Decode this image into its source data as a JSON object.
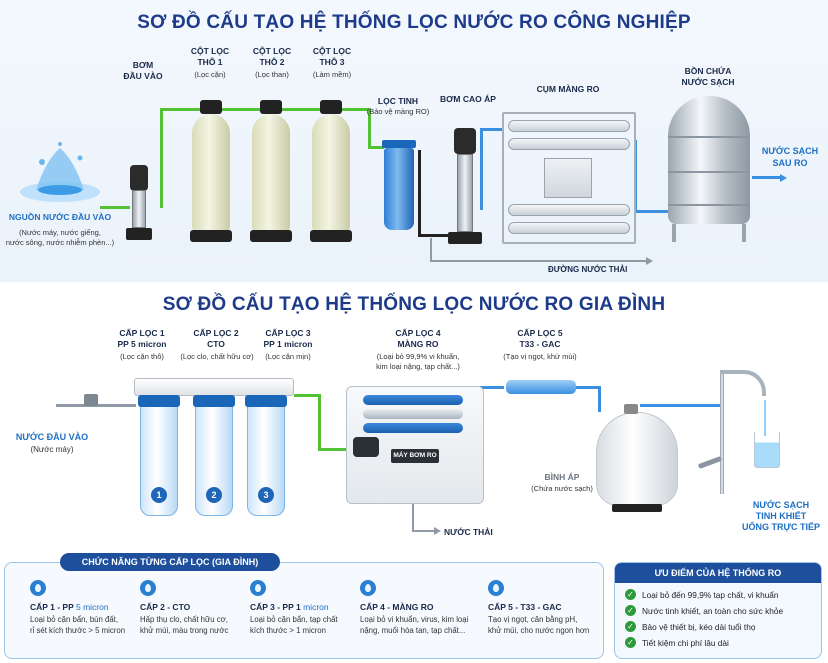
{
  "industrial": {
    "title": "SƠ ĐỒ CẤU TẠO HỆ THỐNG LỌC NƯỚC RO CÔNG NGHIỆP",
    "source": {
      "title": "NGUỒN NƯỚC ĐẦU VÀO",
      "desc1": "(Nước máy, nước giếng,",
      "desc2": "nước sông, nước nhiễm phèn...)"
    },
    "pump_in": {
      "line1": "BƠM",
      "line2": "ĐẦU VÀO"
    },
    "col1": {
      "line1": "CỘT LỌC",
      "line2": "THÔ 1",
      "desc": "(Lọc cặn)"
    },
    "col2": {
      "line1": "CỘT LỌC",
      "line2": "THÔ 2",
      "desc": "(Lọc than)"
    },
    "col3": {
      "line1": "CỘT LỌC",
      "line2": "THÔ 3",
      "desc": "(Làm mềm)"
    },
    "fine": {
      "line1": "LỌC TINH",
      "desc": "(Bảo vệ màng RO)"
    },
    "hp_pump": {
      "line1": "BƠM CAO ÁP"
    },
    "membrane": {
      "line1": "CỤM MÀNG RO"
    },
    "tank": {
      "line1": "BỒN CHỨA",
      "line2": "NƯỚC SẠCH"
    },
    "clean": {
      "line1": "NƯỚC SẠCH",
      "line2": "SAU RO"
    },
    "waste": "ĐƯỜNG NƯỚC THẢI"
  },
  "home": {
    "title": "SƠ ĐỒ CẤU TẠO HỆ THỐNG LỌC NƯỚC RO GIA ĐÌNH",
    "s1": {
      "line1": "CẤP LỌC 1",
      "line2": "PP 5 micron",
      "desc": "(Lọc cặn thô)",
      "num": "1"
    },
    "s2": {
      "line1": "CẤP LỌC 2",
      "line2": "CTO",
      "desc": "(Lọc clo, chất hữu cơ)",
      "num": "2"
    },
    "s3": {
      "line1": "CẤP LỌC 3",
      "line2": "PP 1 micron",
      "desc": "(Lọc cặn mịn)",
      "num": "3"
    },
    "s4": {
      "line1": "CẤP LỌC 4",
      "line2": "MÀNG RO",
      "desc1": "(Loại bỏ 99,9% vi khuẩn,",
      "desc2": "kim loại nặng, tạp chất...)"
    },
    "s5": {
      "line1": "CẤP LỌC 5",
      "line2": "T33 - GAC",
      "desc": "(Tạo vị ngọt, khử mùi)"
    },
    "inlet": {
      "line1": "NƯỚC ĐẦU VÀO",
      "line2": "(Nước máy)"
    },
    "machine_label": "MÁY BƠM RO",
    "pressure_tank": {
      "line1": "BÌNH ÁP",
      "line2": "(Chứa nước sạch)"
    },
    "waste": "NƯỚC THẢI",
    "output": {
      "line1": "NƯỚC SẠCH",
      "line2": "TINH KHIẾT",
      "line3": "UỐNG TRỰC TIẾP"
    }
  },
  "functions": {
    "title": "CHỨC NĂNG TỪNG CẤP LỌC (GIA ĐÌNH)",
    "cards": [
      {
        "head": "CẤP 1 - PP",
        "extra": "5 micron",
        "d1": "Loại bỏ cặn bẩn, bùn đất,",
        "d2": "rỉ sét kích thước > 5 micron"
      },
      {
        "head": "CẤP 2 - CTO",
        "extra": "",
        "d1": "Hấp thụ clo, chất hữu cơ,",
        "d2": "khử mùi, màu trong nước"
      },
      {
        "head": "CẤP 3 - PP 1",
        "extra": "micron",
        "d1": "Loại bỏ cặn bẩn, tạp chất",
        "d2": "kích thước > 1 micron"
      },
      {
        "head": "CẤP 4 - MÀNG RO",
        "extra": "",
        "d1": "Loại bỏ vi khuẩn, virus, kim loại",
        "d2": "nặng, muối hòa tan, tạp chất..."
      },
      {
        "head": "CẤP 5 - T33 - GAC",
        "extra": "",
        "d1": "Tạo vị ngọt, cân bằng pH,",
        "d2": "khử mùi, cho nước ngon hơn"
      }
    ]
  },
  "advantages": {
    "title": "ƯU ĐIỂM CỦA HỆ THỐNG RO",
    "items": [
      "Loại bỏ đến 99,9% tạp chất, vi khuẩn",
      "Nước tinh khiết, an toàn cho sức khỏe",
      "Bảo vệ thiết bị, kéo dài tuổi thọ",
      "Tiết kiệm chi phí lâu dài"
    ]
  },
  "colors": {
    "title": "#1d3b8a",
    "accent": "#1e6fc4",
    "pipe": "#52c234",
    "pill": "#1d4f9c"
  }
}
